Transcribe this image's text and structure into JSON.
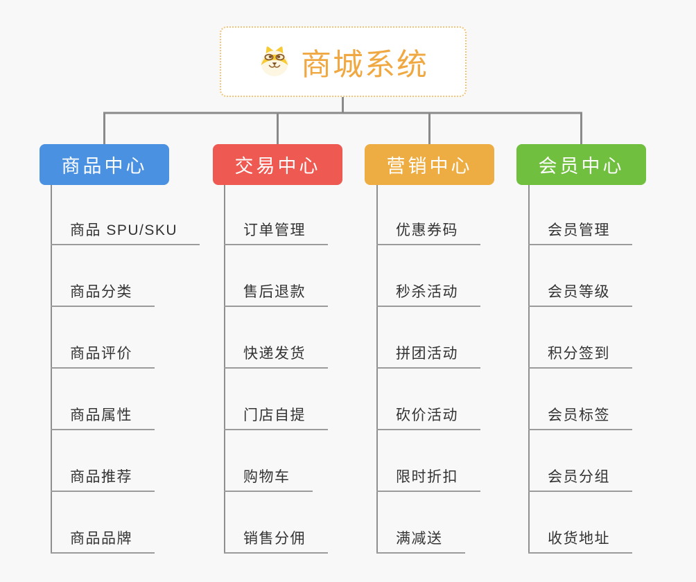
{
  "root": {
    "title": "商城系统",
    "icon": "shiba-dog-icon",
    "title_color": "#F0A843",
    "border_color": "#F3C277"
  },
  "style": {
    "background_color": "#F8F8F8",
    "connector_color": "#8A8A8A",
    "underline_color": "#9B9B9B",
    "leaf_text_color": "#333333"
  },
  "branches": [
    {
      "label": "商品中心",
      "color": "#4B91E2",
      "children": [
        "商品 SPU/SKU",
        "商品分类",
        "商品评价",
        "商品属性",
        "商品推荐",
        "商品品牌"
      ]
    },
    {
      "label": "交易中心",
      "color": "#EE5952",
      "children": [
        "订单管理",
        "售后退款",
        "快递发货",
        "门店自提",
        "购物车",
        "销售分佣"
      ]
    },
    {
      "label": "营销中心",
      "color": "#EDAD43",
      "children": [
        "优惠券码",
        "秒杀活动",
        "拼团活动",
        "砍价活动",
        "限时折扣",
        "满减送"
      ]
    },
    {
      "label": "会员中心",
      "color": "#70BF3F",
      "children": [
        "会员管理",
        "会员等级",
        "积分签到",
        "会员标签",
        "会员分组",
        "收货地址"
      ]
    }
  ]
}
